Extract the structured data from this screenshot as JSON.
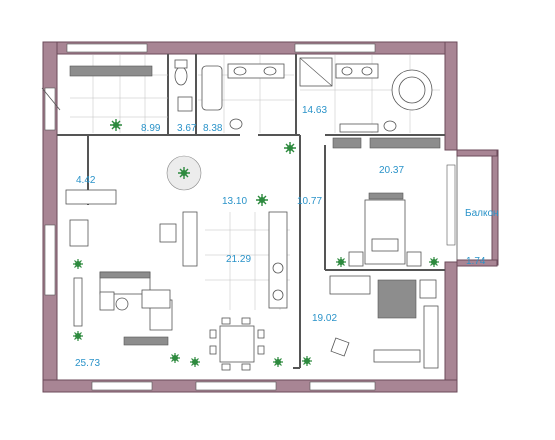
{
  "plan": {
    "rooms": [
      {
        "id": "hall-small",
        "label": "4.42"
      },
      {
        "id": "wardrobe",
        "label": "8.99"
      },
      {
        "id": "wc",
        "label": "3.67"
      },
      {
        "id": "bath-1",
        "label": "8.38"
      },
      {
        "id": "bath-2",
        "label": "14.63"
      },
      {
        "id": "bedroom-1",
        "label": "20.37"
      },
      {
        "id": "corridor",
        "label": "13.10"
      },
      {
        "id": "hall-2",
        "label": "10.77"
      },
      {
        "id": "kitchen",
        "label": "21.29"
      },
      {
        "id": "living",
        "label": "25.73"
      },
      {
        "id": "bedroom-2",
        "label": "19.02"
      },
      {
        "id": "balcony",
        "label": "1.74"
      }
    ],
    "balcony_caption": "Балкон",
    "colors": {
      "wall": "#a88594",
      "label": "#2a93c9",
      "plant": "#2d8a3e"
    }
  }
}
